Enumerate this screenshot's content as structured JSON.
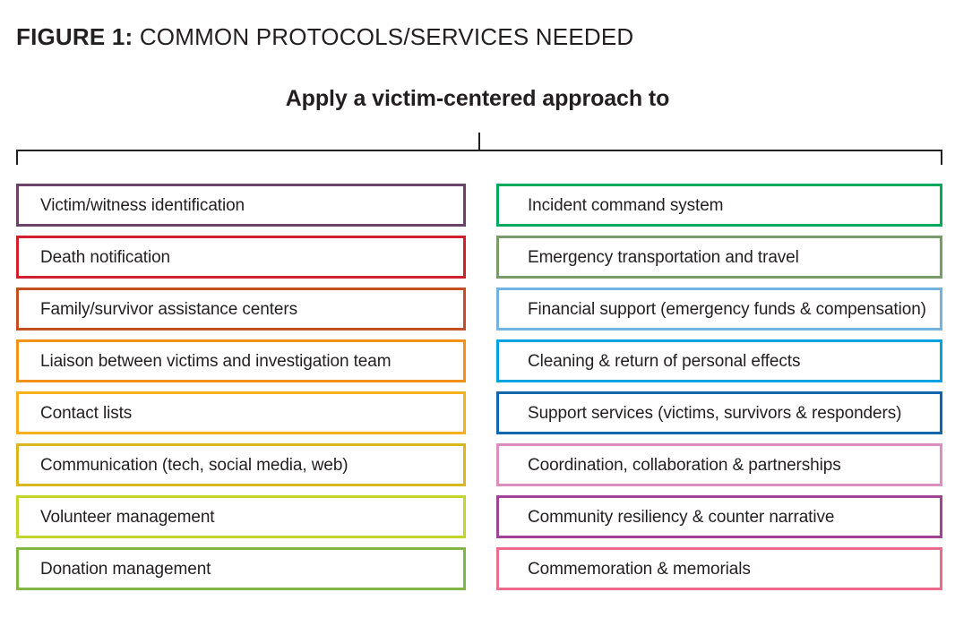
{
  "figure": {
    "label": "FIGURE 1:",
    "caption": "COMMON PROTOCOLS/SERVICES NEEDED",
    "heading": "Apply a victim-centered approach to"
  },
  "columns": {
    "left": [
      {
        "label": "Victim/witness identification",
        "color": "#6b4369"
      },
      {
        "label": "Death notification",
        "color": "#cf2030"
      },
      {
        "label": "Family/survivor assistance centers",
        "color": "#c44f20"
      },
      {
        "label": "Liaison between victims and investigation team",
        "color": "#f2921d"
      },
      {
        "label": "Contact lists",
        "color": "#f8b01c"
      },
      {
        "label": "Communication (tech, social media, web)",
        "color": "#d8b81e"
      },
      {
        "label": "Volunteer management",
        "color": "#c3d42a"
      },
      {
        "label": "Donation management",
        "color": "#80b641"
      }
    ],
    "right": [
      {
        "label": "Incident command system",
        "color": "#00a95c"
      },
      {
        "label": "Emergency transportation and travel",
        "color": "#799b6c"
      },
      {
        "label": "Financial support (emergency funds & compensation)",
        "color": "#74b2e0"
      },
      {
        "label": "Cleaning & return of personal effects",
        "color": "#00a3e0"
      },
      {
        "label": "Support services (victims, survivors & responders)",
        "color": "#1267ac"
      },
      {
        "label": "Coordination, collaboration & partnerships",
        "color": "#dd8ec0"
      },
      {
        "label": "Community resiliency & counter narrative",
        "color": "#a04296"
      },
      {
        "label": "Commemoration & memorials",
        "color": "#ed6b8a"
      }
    ]
  }
}
